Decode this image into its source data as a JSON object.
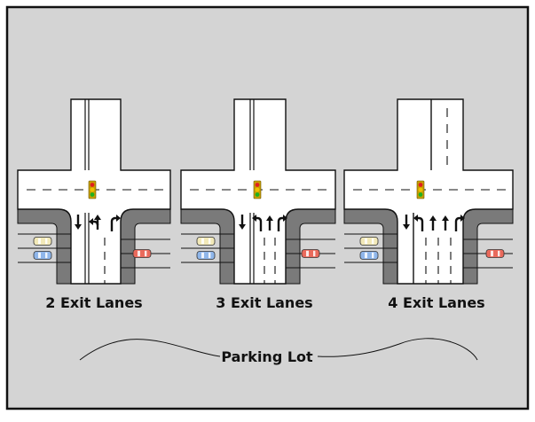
{
  "colors": {
    "background": "#d4d4d4",
    "frame": "#111111",
    "road": "#ffffff",
    "curb": "#7a7a7a",
    "line": "#111111",
    "signal_housing": "#c8a000",
    "signal_red": "#e02020",
    "signal_yellow": "#f0c000",
    "signal_green": "#20b020",
    "car_cream": "#f2e9b8",
    "car_blue": "#8fb6ea",
    "car_red": "#ea6a5c"
  },
  "panels": [
    {
      "id": "two",
      "label": "2 Exit Lanes",
      "exit_arrows": [
        "down",
        "left-straight",
        "right"
      ]
    },
    {
      "id": "three",
      "label": "3 Exit Lanes",
      "exit_arrows": [
        "down",
        "left",
        "straight",
        "right"
      ]
    },
    {
      "id": "four",
      "label": "4 Exit Lanes",
      "exit_arrows": [
        "down",
        "left",
        "straight",
        "straight",
        "right"
      ]
    }
  ],
  "parking_lot": {
    "label": "Parking Lot"
  }
}
